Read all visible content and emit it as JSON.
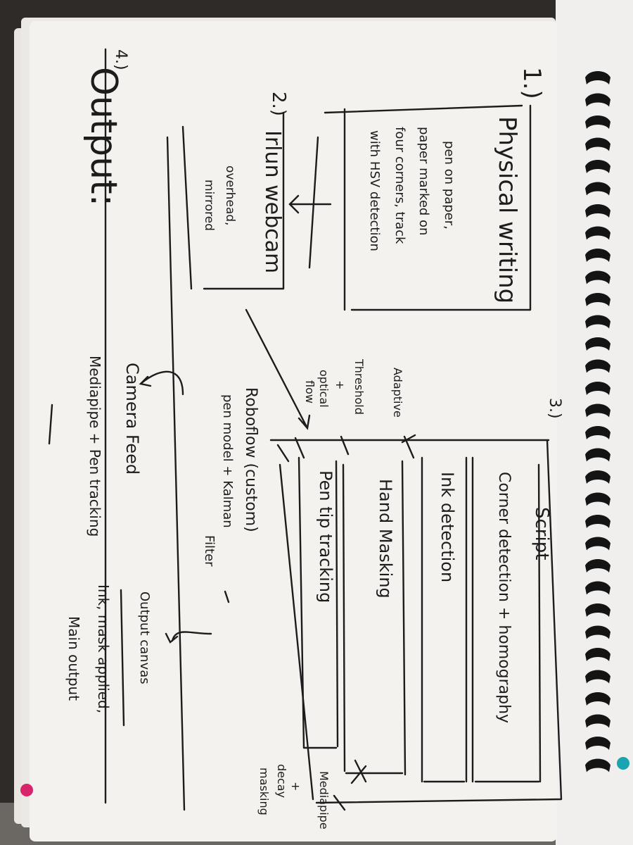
{
  "colors": {
    "desk": "#2e2b28",
    "paper": "#f4f2ee",
    "paper_edge": "#e2ded8",
    "ink": "#1c1c1c",
    "spiral": "#141414",
    "tab_pink": "#d8246b",
    "tab_teal": "#1aa3b0"
  },
  "icons": {
    "spiral": "spiral-binding-icon",
    "arrow": "arrow-icon"
  },
  "sketch": {
    "section1": {
      "number": "1.)",
      "title": "Physical writing",
      "body": [
        "pen on paper,",
        "paper marked on",
        "four corners, track",
        "with HSV detection"
      ]
    },
    "section2": {
      "number": "2.)",
      "title": "Irlun webcam",
      "body": [
        "overhead,",
        "mirrored"
      ]
    },
    "section3": {
      "number": "3.)",
      "title": "Script",
      "steps": [
        "Corner detection + homography",
        "Ink detection",
        "Hand Masking",
        "Pen tip tracking"
      ],
      "side_notes": [
        "Adaptive",
        "Threshold",
        "+",
        "optical",
        "flow"
      ],
      "roboflow": [
        "Roboflow (custom)",
        "pen model + Kalman",
        "Filter"
      ],
      "mediapipe": [
        "Mediapipe",
        "+",
        "decay",
        "masking"
      ]
    },
    "section4": {
      "number": "4.)",
      "title": "Output:",
      "camera_feed": [
        "Camera Feed",
        "Mediapipe + Pen tracking"
      ],
      "output_canvas": [
        "Output canvas",
        "Ink, mask applied,",
        "Main output"
      ]
    }
  }
}
